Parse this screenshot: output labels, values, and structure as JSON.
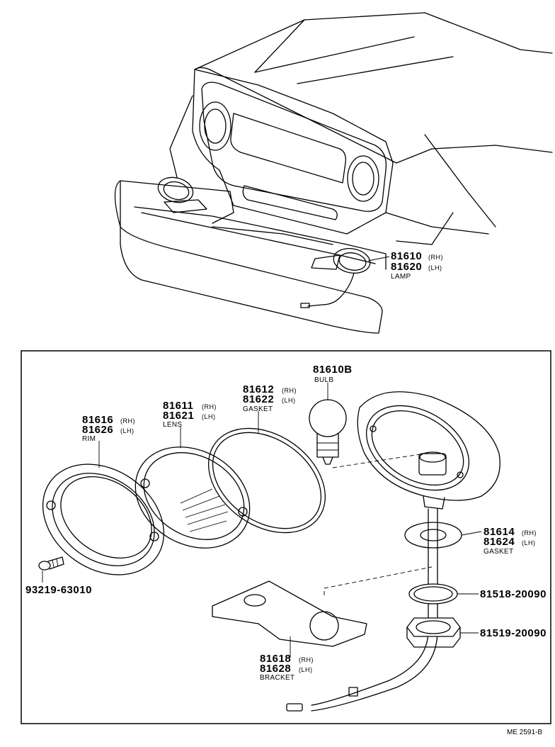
{
  "callouts": {
    "lamp": {
      "pn_rh": "81610",
      "pn_lh": "81620",
      "rh": "(RH)",
      "lh": "(LH)",
      "name": "LAMP"
    },
    "bulb": {
      "pn": "81610B",
      "name": "BULB"
    },
    "gasket_lens": {
      "pn_rh": "81612",
      "pn_lh": "81622",
      "rh": "(RH)",
      "lh": "(LH)",
      "name": "GASKET"
    },
    "lens": {
      "pn_rh": "81611",
      "pn_lh": "81621",
      "rh": "(RH)",
      "lh": "(LH)",
      "name": "LENS"
    },
    "rim": {
      "pn_rh": "81616",
      "pn_lh": "81626",
      "rh": "(RH)",
      "lh": "(LH)",
      "name": "RIM"
    },
    "screw": {
      "pn": "93219-63010"
    },
    "gasket_socket": {
      "pn_rh": "81614",
      "pn_lh": "81624",
      "rh": "(RH)",
      "lh": "(LH)",
      "name": "GASKET"
    },
    "washer": {
      "pn": "81518-20090"
    },
    "nut": {
      "pn": "81519-20090"
    },
    "bracket": {
      "pn_rh": "81618",
      "pn_lh": "81628",
      "rh": "(RH)",
      "lh": "(LH)",
      "name": "BRACKET"
    }
  },
  "figure_ref": "ME 2591-B"
}
